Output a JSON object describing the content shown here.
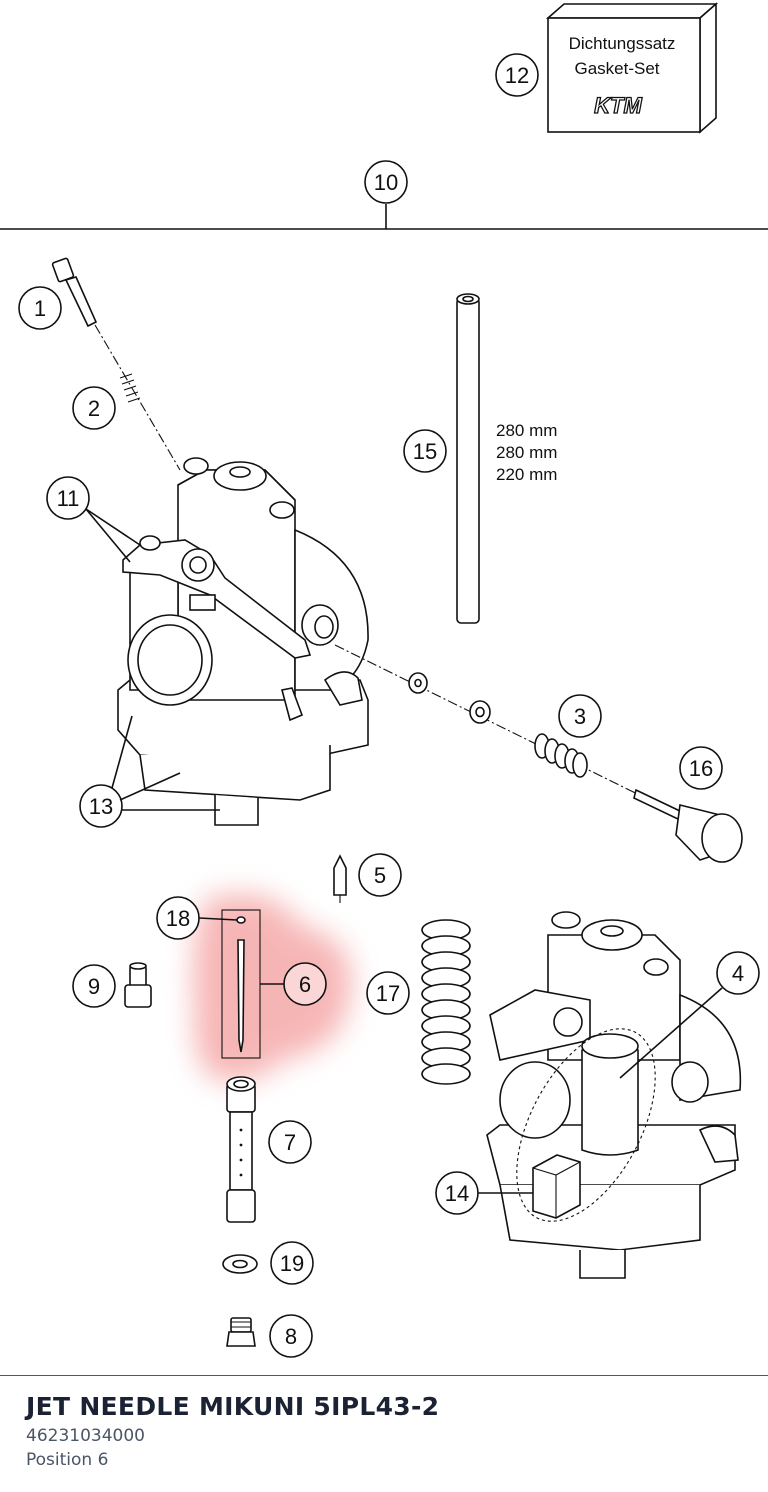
{
  "diagram": {
    "gasket_box": {
      "line1": "Dichtungssatz",
      "line2": "Gasket-Set",
      "brand": "KTM"
    },
    "dimensions": [
      "280 mm",
      "280 mm",
      "220 mm"
    ],
    "callouts": {
      "c1": "1",
      "c2": "2",
      "c3": "3",
      "c4": "4",
      "c5": "5",
      "c6": "6",
      "c7": "7",
      "c8": "8",
      "c9": "9",
      "c10": "10",
      "c11": "11",
      "c12": "12",
      "c13": "13",
      "c14": "14",
      "c15": "15",
      "c16": "16",
      "c17": "17",
      "c18": "18",
      "c19": "19"
    },
    "highlight_color": "#f08080"
  },
  "footer": {
    "title": "JET NEEDLE MIKUNI 5IPL43-2",
    "part_number": "46231034000",
    "position": "Position 6"
  }
}
